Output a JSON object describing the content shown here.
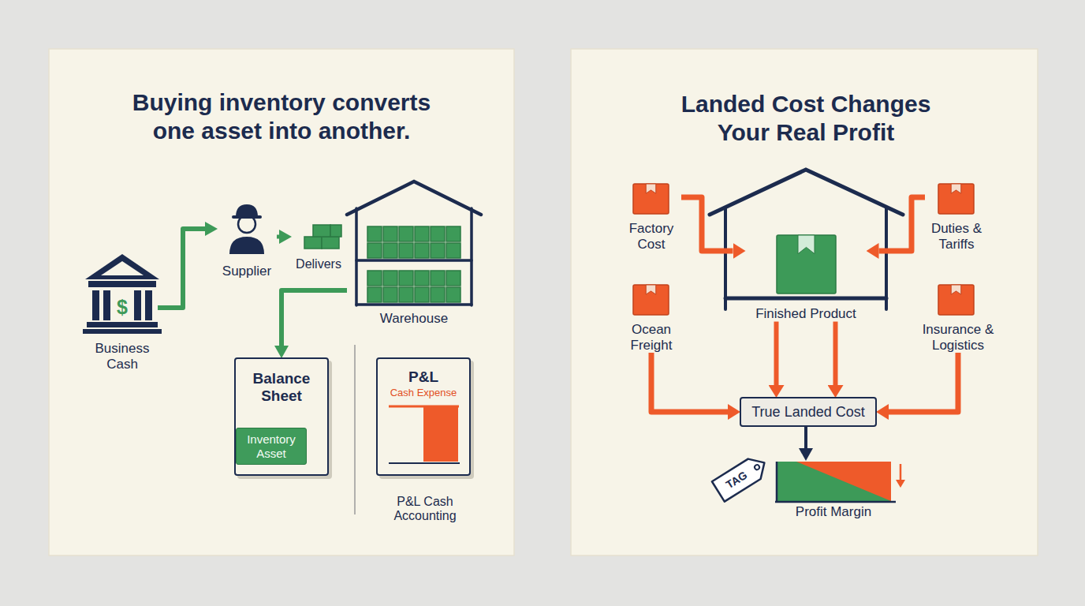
{
  "diagram": {
    "title": "Buying inventory converts one asset into another.",
    "nodes": [
      {
        "text": [
          "Business Cash"
        ]
      },
      {
        "text": [
          "Supplier"
        ]
      },
      {
        "text": [
          "Delivers"
        ]
      },
      {
        "text": [
          "Warehouse"
        ]
      },
      {
        "text": [
          "Balance Sheet"
        ]
      },
      {
        "text": [
          "Inventory Asset"
        ],
        "in": 4
      },
      {
        "text": [
          "P&L",
          "Cash Expense",
          "P&L Cash Accounting"
        ]
      },
      {
        "text": [
          "Factory Cost"
        ]
      },
      {
        "text": [
          "Duties & Tariffs"
        ]
      },
      {
        "text": [
          "Ocean Freight"
        ]
      },
      {
        "text": [
          "Insurance & Logistics"
        ]
      },
      {
        "text": [
          "Finished Product"
        ]
      },
      {
        "text": [
          "True Landed Cost"
        ]
      },
      {
        "text": [
          "Profit Margin"
        ]
      }
    ],
    "edges": [
      {
        "from": 0,
        "to": 1,
        "arrow": "to"
      },
      {
        "from": 1,
        "to": 2,
        "arrow": "to"
      },
      {
        "from": 3,
        "to": 4,
        "arrow": "to"
      },
      {
        "from": 7,
        "to": 11,
        "arrow": "to"
      },
      {
        "from": 8,
        "to": 11,
        "arrow": "to"
      },
      {
        "from": 11,
        "to": 12,
        "arrow": "to"
      },
      {
        "from": 11,
        "to": 12,
        "arrow": "to"
      },
      {
        "from": 9,
        "to": 12,
        "arrow": "to"
      },
      {
        "from": 10,
        "to": 12,
        "arrow": "to"
      },
      {
        "from": 12,
        "to": 13,
        "arrow": "to"
      }
    ],
    "labels": [
      "Landed Cost Changes Your Real Profit",
      "$",
      "TAG"
    ]
  }
}
